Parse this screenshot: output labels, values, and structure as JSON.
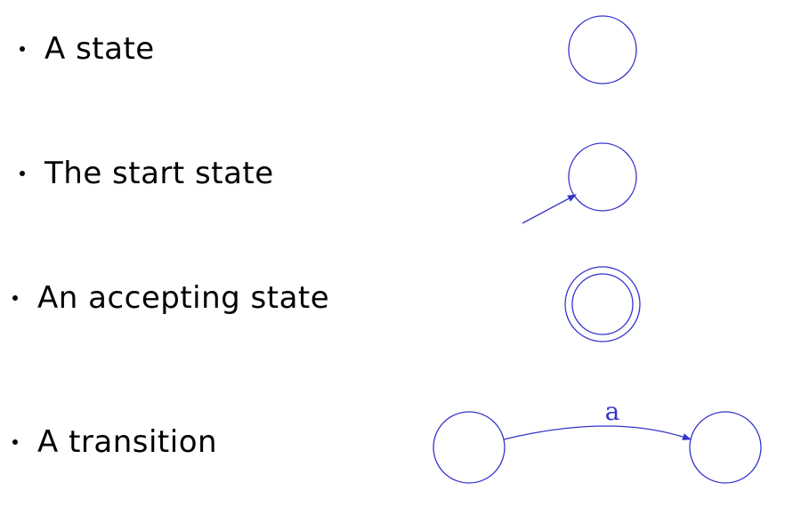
{
  "legend": {
    "items": [
      {
        "label": "A state"
      },
      {
        "label": "The start state"
      },
      {
        "label": "An accepting state"
      },
      {
        "label": "A transition"
      }
    ]
  },
  "transition_example": {
    "symbol": "a"
  },
  "colors": {
    "diagram_stroke": "#3333cc",
    "text": "#000000",
    "background": "#ffffff"
  }
}
